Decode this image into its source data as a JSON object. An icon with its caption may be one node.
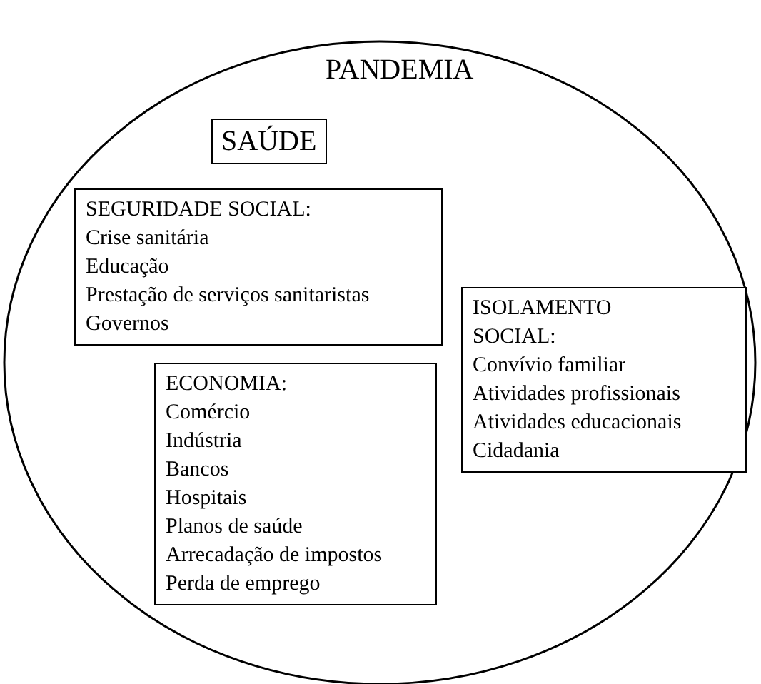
{
  "diagram": {
    "nodes": [
      {
        "text": [
          "PANDEMIA"
        ]
      },
      {
        "text": [
          "SAÚDE"
        ],
        "in": 0
      },
      {
        "text": [
          "SEGURIDADE SOCIAL:",
          "Crise sanitária",
          "Educação",
          "Prestação de serviços sanitaristas",
          "Governos"
        ],
        "in": 0
      },
      {
        "text": [
          "ECONOMIA:",
          "Comércio",
          "Indústria",
          "Bancos",
          "Hospitais",
          "Planos de saúde",
          "Arrecadação de impostos",
          "Perda de emprego"
        ],
        "in": 0
      },
      {
        "text": [
          "ISOLAMENTO SOCIAL:",
          "Convívio familiar",
          "Atividades profissionais",
          "Atividades educacionais",
          "Cidadania"
        ],
        "in": 0
      }
    ],
    "edges": []
  }
}
